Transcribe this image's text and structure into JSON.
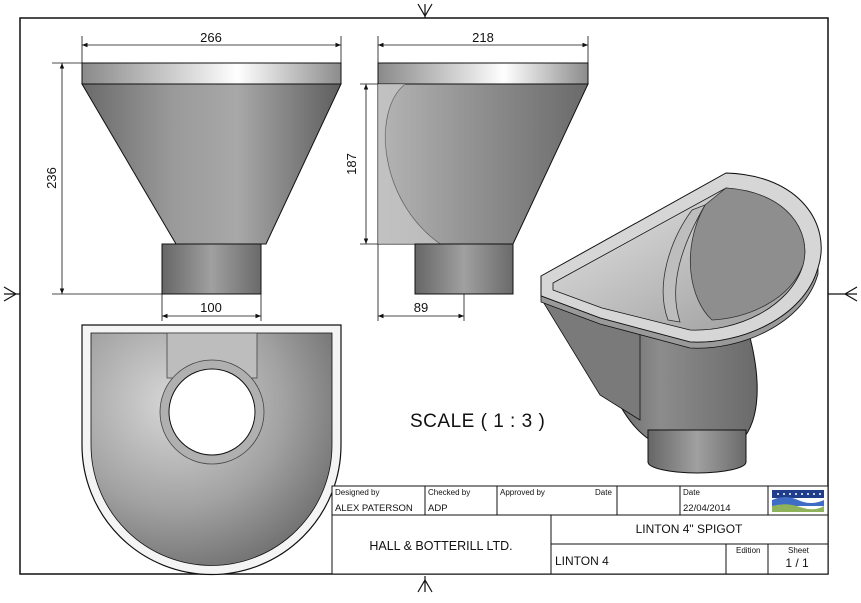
{
  "dimensions": {
    "front_width": "266",
    "front_height": "236",
    "spigot_width": "100",
    "side_width": "218",
    "side_height": "187",
    "side_spigot_offset": "89"
  },
  "scale_note": "SCALE ( 1 : 3 )",
  "title_block": {
    "designed_by_label": "Designed by",
    "designed_by": "ALEX PATERSON",
    "checked_by_label": "Checked by",
    "checked_by": "ADP",
    "approved_by_label": "Approved by",
    "date_label_1": "Date",
    "date_label_2": "Date",
    "date": "22/04/2014",
    "company": "HALL & BOTTERILL LTD.",
    "title": "LINTON 4\" SPIGOT",
    "drawing_name": "LINTON 4",
    "edition_label": "Edition",
    "sheet_label": "Sheet",
    "sheet": "1 / 1"
  },
  "colors": {
    "line": "#111111",
    "body_dark": "#6f6f6f",
    "body_light": "#cfcfcf",
    "rim_highlight": "#f2f2f2",
    "logo_blue": "#1f3d8a",
    "logo_green": "#8fb35a"
  }
}
